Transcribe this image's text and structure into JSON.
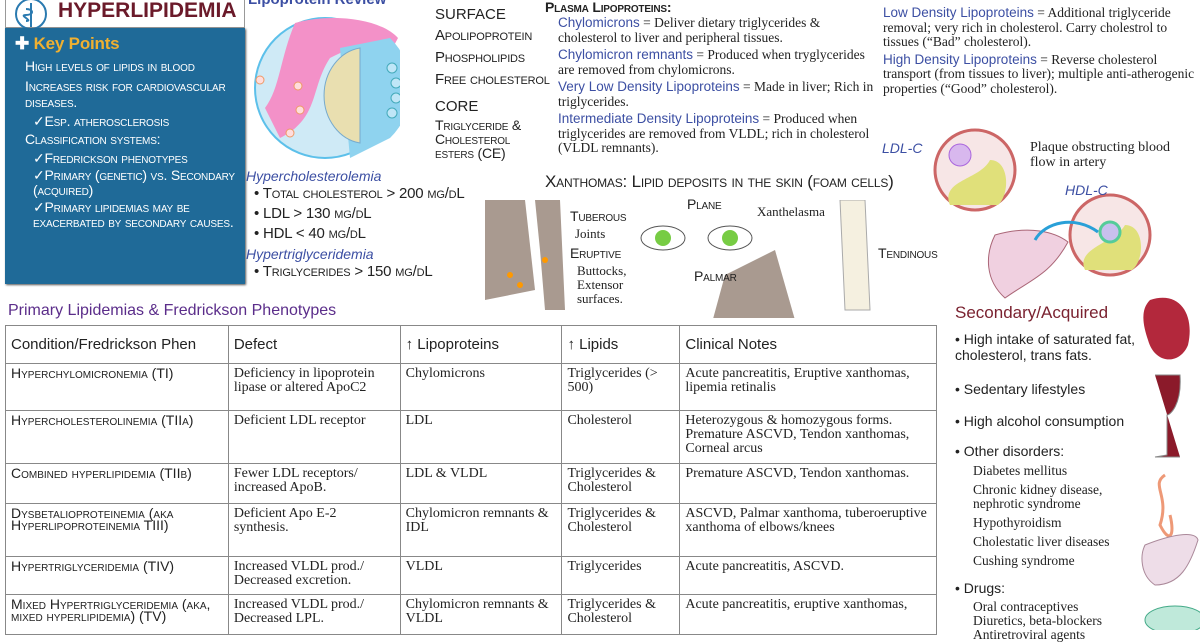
{
  "header": {
    "title": "HYPERLIPIDEMIA",
    "logo_icon": "caduceus-icon"
  },
  "key_points": {
    "title": "Key Points",
    "items": [
      {
        "text": "High levels of lipids in blood",
        "sub": []
      },
      {
        "text": "Increases risk for cardiovascular diseases.",
        "sub": [
          "Esp. atherosclerosis"
        ]
      },
      {
        "text": "Classification systems:",
        "sub": [
          "Fredrickson phenotypes",
          "Primary (genetic) vs. Secondary (acquired)",
          "Primary lipidemias may be exacerbated by secondary causes."
        ]
      }
    ]
  },
  "lipoprotein_review": {
    "title": "Lipoprotein Review",
    "labels": {
      "surface": "SURFACE",
      "apolipoprotein": "Apolipoprotein",
      "phospholipids": "Phospholipids",
      "free_cholesterol": "Free cholesterol",
      "core": "CORE",
      "core_desc": "Triglyceride & Cholesterol esters (CE)"
    }
  },
  "criteria": {
    "hyperchol_title": "Hypercholesterolemia",
    "hyperchol": [
      "Total cholesterol > 200 mg/dL",
      "LDL > 130 mg/dL",
      "HDL < 40 mg/dL"
    ],
    "hypertg_title": "Hypertriglyceridemia",
    "hypertg": [
      "Triglycerides > 150 mg/dL"
    ]
  },
  "plasma": {
    "title": "Plasma Lipoproteins:",
    "items": [
      {
        "term": "Chylomicrons",
        "def": "= Deliver dietary triglycerides & cholesterol to liver and peripheral tissues."
      },
      {
        "term": "Chylomicron remnants",
        "def": "= Produced when tryglycerides are removed from chylomicrons."
      },
      {
        "term": "Very Low Density Lipoproteins",
        "def": "= Made in liver; Rich in triglycerides."
      },
      {
        "term": "Intermediate Density Lipoproteins",
        "def": "= Produced when triglycerides are removed from VLDL; rich in cholesterol (VLDL remnants)."
      },
      {
        "term": "Low Density Lipoproteins",
        "def": "= Additional triglyceride removal; very rich in cholesterol. Carry cholestrol to tissues (“Bad” cholesterol)."
      },
      {
        "term": "High Density Lipoproteins",
        "def": "= Reverse cholesterol transport (from tissues to liver); multiple anti-atherogenic properties (“Good” cholesterol)."
      }
    ]
  },
  "artery": {
    "ldl": "LDL-C",
    "hdl": "HDL-C",
    "plaque": "Plaque obstructing blood flow in artery"
  },
  "xanthomas": {
    "title": "Xanthomas: Lipid deposits in the skin (foam cells)",
    "tuberous": "Tuberous",
    "tuberous_loc": "Joints",
    "eruptive": "Eruptive",
    "eruptive_loc": "Buttocks, Extensor surfaces.",
    "plane": "Plane",
    "xanthelasma": "Xanthelasma",
    "palmar": "Palmar",
    "tendinous": "Tendinous"
  },
  "table": {
    "title": "Primary Lipidemias & Fredrickson Phenotypes",
    "headers": [
      "Condition/Fredrickson Phen",
      "Defect",
      "↑ Lipoproteins",
      "↑ Lipids",
      "Clinical Notes"
    ],
    "rows": [
      [
        "Hyperchylomicronemia (TI)",
        "Deficiency in lipoprotein lipase or altered ApoC2",
        "Chylomicrons",
        "Triglycerides (> 500)",
        "Acute pancreatitis, Eruptive xanthomas, lipemia retinalis"
      ],
      [
        "Hypercholesterolinemia (TIIa)",
        "Deficient LDL receptor",
        "LDL",
        "Cholesterol",
        "Heterozygous & homozygous forms. Premature ASCVD, Tendon xanthomas, Corneal arcus"
      ],
      [
        "Combined hyperlipidemia (TIIb)",
        "Fewer LDL receptors/ increased ApoB.",
        "LDL & VLDL",
        "Triglycerides & Cholesterol",
        "Premature ASCVD, Tendon xanthomas."
      ],
      [
        "Dysbetalioproteinemia (aka Hyperlipoproteinemia TIII)",
        "Deficient Apo E-2 synthesis.",
        "Chylomicron remnants & IDL",
        "Triglycerides & Cholesterol",
        "ASCVD, Palmar xanthoma, tuberoeruptive xanthoma of elbows/knees"
      ],
      [
        "Hypertriglyceridemia (TIV)",
        "Increased VLDL prod./ Decreased excretion.",
        "VLDL",
        "Triglycerides",
        "Acute pancreatitis, ASCVD."
      ],
      [
        "Mixed Hypertriglyceridemia (aka, mixed hyperlipidemia) (TV)",
        "Increased VLDL prod./ Decreased LPL.",
        "Chylomicron remnants & VLDL",
        "Triglycerides & Cholesterol",
        "Acute pancreatitis, eruptive xanthomas,"
      ]
    ]
  },
  "secondary": {
    "title": "Secondary/Acquired",
    "items": [
      "High intake of saturated fat, cholesterol, trans fats.",
      "Sedentary lifestyles",
      "High alcohol consumption"
    ],
    "other_title": "Other disorders:",
    "other": [
      "Diabetes mellitus",
      "Chronic kidney disease, nephrotic syndrome",
      "Hypothyroidism",
      "Cholestatic liver diseases",
      "Cushing syndrome"
    ],
    "drugs_title": "Drugs:",
    "drugs": [
      "Oral contraceptives",
      "Diuretics, beta-blockers",
      "Antiretroviral agents"
    ]
  },
  "colors": {
    "key_points_bg": "#1f6a98",
    "accent_gold": "#f0b030",
    "title_red": "#6b1a2a",
    "term_blue": "#3c4fa3",
    "table_title": "#5b2d8a"
  }
}
